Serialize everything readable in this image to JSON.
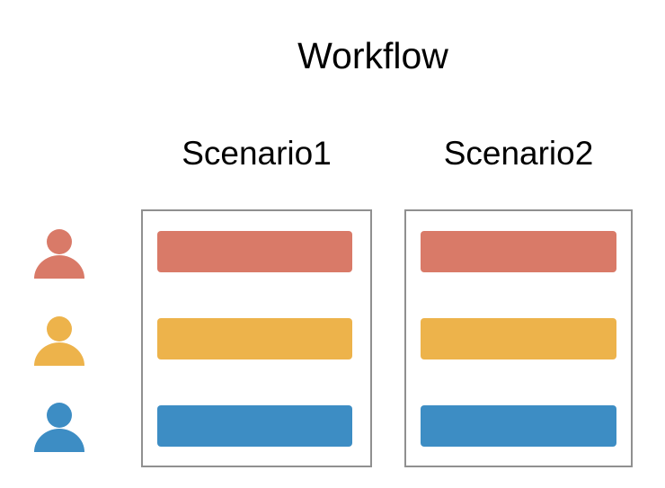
{
  "title": "Workflow",
  "colors": {
    "background": "#ffffff",
    "text": "#000000",
    "box_border": "#909090",
    "role_red": "#d97a68",
    "role_yellow": "#edb34b",
    "role_blue": "#3d8dc4"
  },
  "actors": [
    {
      "id": "actor-1",
      "icon": "person-icon",
      "color": "#d97a68"
    },
    {
      "id": "actor-2",
      "icon": "person-icon",
      "color": "#edb34b"
    },
    {
      "id": "actor-3",
      "icon": "person-icon",
      "color": "#3d8dc4"
    }
  ],
  "columns": [
    {
      "header": "Scenario1",
      "bars": [
        {
          "actor": "actor-1",
          "color": "#d97a68"
        },
        {
          "actor": "actor-2",
          "color": "#edb34b"
        },
        {
          "actor": "actor-3",
          "color": "#3d8dc4"
        }
      ]
    },
    {
      "header": "Scenario2",
      "bars": [
        {
          "actor": "actor-1",
          "color": "#d97a68"
        },
        {
          "actor": "actor-2",
          "color": "#edb34b"
        },
        {
          "actor": "actor-3",
          "color": "#3d8dc4"
        }
      ]
    }
  ]
}
